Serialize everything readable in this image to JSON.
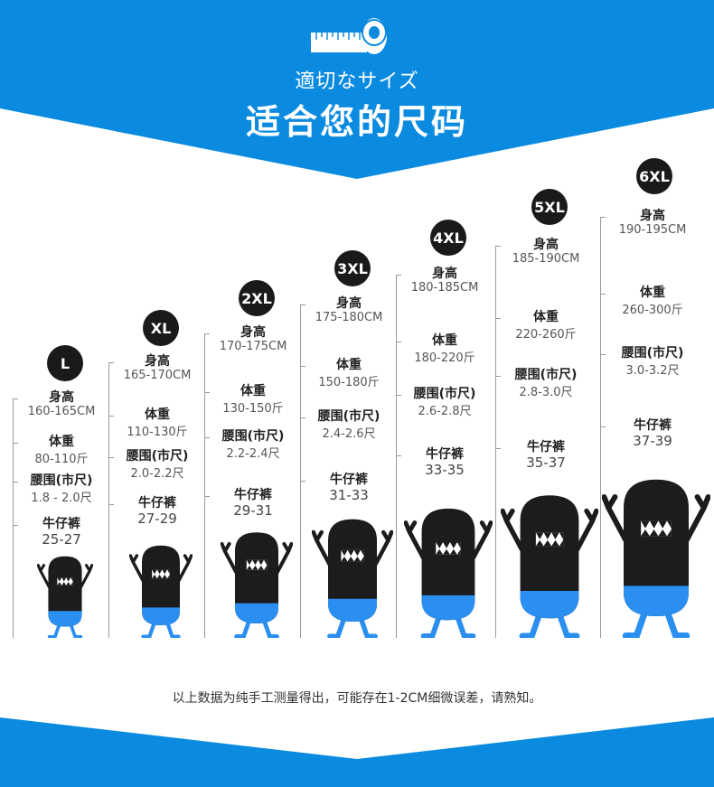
{
  "header": {
    "subtitle": "適切なサイズ",
    "title": "适合您的尺码",
    "bg_color": "#0a8be0",
    "icon": "measuring-tape-icon"
  },
  "labels": {
    "height": "身高",
    "weight": "体重",
    "waist": "腰围(市尺)",
    "jeans": "牛仔裤"
  },
  "sizes": [
    {
      "size": "L",
      "height": "160-165CM",
      "weight": "80-110斤",
      "waist": "1.8 - 2.0尺",
      "jeans": "25-27"
    },
    {
      "size": "XL",
      "height": "165-170CM",
      "weight": "110-130斤",
      "waist": "2.0-2.2尺",
      "jeans": "27-29"
    },
    {
      "size": "2XL",
      "height": "170-175CM",
      "weight": "130-150斤",
      "waist": "2.2-2.4尺",
      "jeans": "29-31"
    },
    {
      "size": "3XL",
      "height": "175-180CM",
      "weight": "150-180斤",
      "waist": "2.4-2.6尺",
      "jeans": "31-33"
    },
    {
      "size": "4XL",
      "height": "180-185CM",
      "weight": "180-220斤",
      "waist": "2.6-2.8尺",
      "jeans": "33-35"
    },
    {
      "size": "5XL",
      "height": "185-190CM",
      "weight": "220-260斤",
      "waist": "2.8-3.0尺",
      "jeans": "35-37"
    },
    {
      "size": "6XL",
      "height": "190-195CM",
      "weight": "260-300斤",
      "waist": "3.0-3.2尺",
      "jeans": "37-39"
    }
  ],
  "mascot_colors": {
    "body": "#1c1c1e",
    "belly": "#2a8ff0"
  },
  "note": "以上数据为纯手工测量得出，可能存在1-2CM细微误差，请熟知。"
}
